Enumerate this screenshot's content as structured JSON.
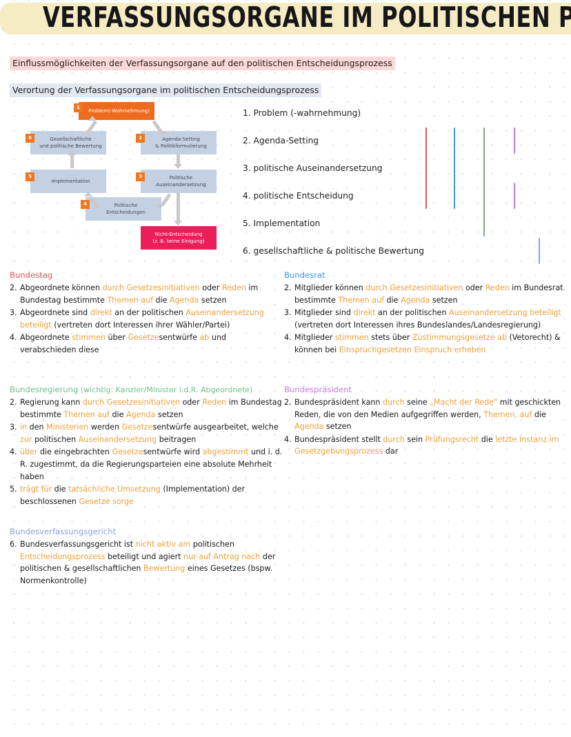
{
  "title": "VERFASSUNGSORGANE IM POLITISCHEN PROZESS",
  "subheads": {
    "one": "Einflussmöglichkeiten der Verfassungsorgane auf den politischen Entscheidungsprozess",
    "two": "Verortung der Verfassungsorgane im politischen Entscheidungsprozess"
  },
  "colors": {
    "title_highlight": "#f6ecc4",
    "subhead1_highlight": "#fbd9d6",
    "subhead2_highlight": "#e2e8ef",
    "orange": "#ec6b1e",
    "node_blue": "#c3d1e2",
    "pink": "#ec1e5a",
    "badge": "#ef7722",
    "highlight_word": "#f2a03c",
    "bundestag": "#ef5350",
    "bundesrat": "#3a9ae0",
    "bundesregierung": "#74c08a",
    "bundespraesident": "#c77ae8",
    "bverfg": "#8f9fe0"
  },
  "diagram": {
    "nodes": [
      {
        "badge": "1",
        "label": "Problem(-Wahrnehmung)",
        "style": "orange"
      },
      {
        "badge": "2",
        "label": "Agenda-Setting\n& Politikformulierung",
        "style": "blue"
      },
      {
        "badge": "3",
        "label": "Politische\nAuseinandersetzung",
        "style": "blue"
      },
      {
        "badge": "4",
        "label": "Politische\nEntscheidungen",
        "style": "blue"
      },
      {
        "badge": "5",
        "label": "Implementation",
        "style": "blue"
      },
      {
        "badge": "6",
        "label": "Gesellschaftliche\nund politische Bewertung",
        "style": "blue"
      },
      {
        "badge": "",
        "label": "Nicht-Entscheidung\n(z. B. keine Einigung)",
        "style": "pink"
      }
    ]
  },
  "phases": [
    "1. Problem (-wahrnehmung)",
    "2. Agenda-Setting",
    "3. politische Auseinandersetzung",
    "4. politische Entscheidung",
    "5. Implementation",
    "6. gesellschaftliche & politische Bewertung"
  ],
  "phase_bars": [
    {
      "organ": "Bundestag",
      "color": "#ef5350",
      "from_phase": 2,
      "to_phase": 4
    },
    {
      "organ": "Bundesrat",
      "color": "#3a9ae0",
      "from_phase": 2,
      "to_phase": 4
    },
    {
      "organ": "Bundesregierung",
      "color": "#7faa84",
      "from_phase": 2,
      "to_phase": 5
    },
    {
      "organ": "Bundespräsident",
      "color": "#c77ae8",
      "from_phase": 2,
      "to_phase": 2
    },
    {
      "organ": "Bundespräsident",
      "color": "#c77ae8",
      "from_phase": 4,
      "to_phase": 4
    },
    {
      "organ": "Bundesverfassungsgericht",
      "color": "#8f9fe0",
      "from_phase": 6,
      "to_phase": 6
    }
  ],
  "sections": {
    "bundestag": {
      "heading": "Bundestag",
      "items": [
        {
          "num": "2.",
          "parts": [
            {
              "t": "Abgeordnete können ",
              "c": "k"
            },
            {
              "t": "durch Gesetzesinitiativen ",
              "c": "o"
            },
            {
              "t": "oder ",
              "c": "k"
            },
            {
              "t": "Reden ",
              "c": "o"
            },
            {
              "t": "im Bundestag bestimmte ",
              "c": "k"
            },
            {
              "t": "Themen auf ",
              "c": "o"
            },
            {
              "t": "die ",
              "c": "k"
            },
            {
              "t": "Agenda ",
              "c": "o"
            },
            {
              "t": "setzen",
              "c": "k"
            }
          ]
        },
        {
          "num": "3.",
          "parts": [
            {
              "t": "Abgeordnete sind ",
              "c": "k"
            },
            {
              "t": "direkt ",
              "c": "o"
            },
            {
              "t": "an der politischen ",
              "c": "k"
            },
            {
              "t": "Auseinandersetzung beteiligt ",
              "c": "o"
            },
            {
              "t": "(vertreten dort Interessen ihrer Wähler/Partei)",
              "c": "k"
            }
          ]
        },
        {
          "num": "4.",
          "parts": [
            {
              "t": "Abgeordnete ",
              "c": "k"
            },
            {
              "t": "stimmen ",
              "c": "o"
            },
            {
              "t": "über ",
              "c": "k"
            },
            {
              "t": "Gesetze",
              "c": "o"
            },
            {
              "t": "sentwürfe ",
              "c": "k"
            },
            {
              "t": "ab ",
              "c": "o"
            },
            {
              "t": "und verabschieden diese",
              "c": "k"
            }
          ]
        }
      ]
    },
    "bundesrat": {
      "heading": "Bundesrat",
      "items": [
        {
          "num": "2.",
          "parts": [
            {
              "t": "Mitglieder können ",
              "c": "k"
            },
            {
              "t": "durch Gesetzesinitiativen ",
              "c": "o"
            },
            {
              "t": "oder ",
              "c": "k"
            },
            {
              "t": "Reden ",
              "c": "o"
            },
            {
              "t": "im Bundesrat bestimmte ",
              "c": "k"
            },
            {
              "t": "Themen auf ",
              "c": "o"
            },
            {
              "t": "die ",
              "c": "k"
            },
            {
              "t": "Agenda ",
              "c": "o"
            },
            {
              "t": "setzen",
              "c": "k"
            }
          ]
        },
        {
          "num": "3.",
          "parts": [
            {
              "t": "Mitglieder sind ",
              "c": "k"
            },
            {
              "t": "direkt ",
              "c": "o"
            },
            {
              "t": "an der politischen ",
              "c": "k"
            },
            {
              "t": "Auseinandersetzung beteiligt ",
              "c": "o"
            },
            {
              "t": "(vertreten dort Interessen ihres Bundeslandes/Landesregierung)",
              "c": "k"
            }
          ]
        },
        {
          "num": "4.",
          "parts": [
            {
              "t": "Mitglieder ",
              "c": "k"
            },
            {
              "t": "stimmen ",
              "c": "o"
            },
            {
              "t": "stets über ",
              "c": "k"
            },
            {
              "t": "Zustimmungsgesetze ab ",
              "c": "o"
            },
            {
              "t": "(Vetorecht) & können bei ",
              "c": "k"
            },
            {
              "t": "Einspruchgesetzen Einspruch erheben",
              "c": "o"
            }
          ]
        }
      ]
    },
    "bundesregierung": {
      "heading": "Bundesregierung",
      "heading_sub": "(wichtig: Kanzler/Minister i.d.R. Abgeordnete)",
      "items": [
        {
          "num": "2.",
          "parts": [
            {
              "t": "Regierung kann ",
              "c": "k"
            },
            {
              "t": "durch Gesetzesinitiativen ",
              "c": "o"
            },
            {
              "t": "oder ",
              "c": "k"
            },
            {
              "t": "Reden ",
              "c": "o"
            },
            {
              "t": "im Bundestag bestimmte ",
              "c": "k"
            },
            {
              "t": "Themen auf ",
              "c": "o"
            },
            {
              "t": "die ",
              "c": "k"
            },
            {
              "t": "Agenda ",
              "c": "o"
            },
            {
              "t": "setzen",
              "c": "k"
            }
          ]
        },
        {
          "num": "3.",
          "parts": [
            {
              "t": "in ",
              "c": "o"
            },
            {
              "t": "den ",
              "c": "k"
            },
            {
              "t": "Ministerien ",
              "c": "o"
            },
            {
              "t": "werden ",
              "c": "k"
            },
            {
              "t": "Gesetze",
              "c": "o"
            },
            {
              "t": "sentwürfe ausgearbeitet, welche ",
              "c": "k"
            },
            {
              "t": "zur ",
              "c": "o"
            },
            {
              "t": "politischen ",
              "c": "k"
            },
            {
              "t": "Auseinandersetzung ",
              "c": "o"
            },
            {
              "t": "beitragen",
              "c": "k"
            }
          ]
        },
        {
          "num": "4.",
          "parts": [
            {
              "t": "über ",
              "c": "o"
            },
            {
              "t": "die eingebrachten ",
              "c": "k"
            },
            {
              "t": "Gesetze",
              "c": "o"
            },
            {
              "t": "sentwürfe wird ",
              "c": "k"
            },
            {
              "t": "abgestimmt ",
              "c": "o"
            },
            {
              "t": "und i. d. R. zugestimmt, da die Regierungsparteien eine absolute Mehrheit haben",
              "c": "k"
            }
          ]
        },
        {
          "num": "5.",
          "parts": [
            {
              "t": "trägt für ",
              "c": "o"
            },
            {
              "t": "die ",
              "c": "k"
            },
            {
              "t": "tatsächliche Umsetzung ",
              "c": "o"
            },
            {
              "t": "(Implementation) der beschlossenen ",
              "c": "k"
            },
            {
              "t": "Gesetze sorge",
              "c": "o"
            }
          ]
        }
      ]
    },
    "bundespraesident": {
      "heading": "Bundespräsident",
      "items": [
        {
          "num": "2.",
          "parts": [
            {
              "t": "Bundespräsident kann ",
              "c": "k"
            },
            {
              "t": "durch ",
              "c": "o"
            },
            {
              "t": "seine ",
              "c": "k"
            },
            {
              "t": "„Macht der Rede\" ",
              "c": "o"
            },
            {
              "t": "mit geschickten Reden, die von den Medien aufgegriffen werden, ",
              "c": "k"
            },
            {
              "t": "Themen, auf ",
              "c": "o"
            },
            {
              "t": "die ",
              "c": "k"
            },
            {
              "t": "Agenda ",
              "c": "o"
            },
            {
              "t": "setzen",
              "c": "k"
            }
          ]
        },
        {
          "num": "4.",
          "parts": [
            {
              "t": "Bundespräsident stellt ",
              "c": "k"
            },
            {
              "t": "durch ",
              "c": "o"
            },
            {
              "t": "sein ",
              "c": "k"
            },
            {
              "t": "Prüfungsrecht ",
              "c": "o"
            },
            {
              "t": "die ",
              "c": "k"
            },
            {
              "t": "letzte Instanz im Gesetzgebungsprozess ",
              "c": "o"
            },
            {
              "t": "dar",
              "c": "k"
            }
          ]
        }
      ]
    },
    "bverfg": {
      "heading": "Bundesverfassungsgericht",
      "items": [
        {
          "num": "6.",
          "parts": [
            {
              "t": "Bundesverfassungsgericht ist ",
              "c": "k"
            },
            {
              "t": "nicht aktiv am ",
              "c": "o"
            },
            {
              "t": "politischen ",
              "c": "k"
            },
            {
              "t": "Entscheidungsprozess ",
              "c": "o"
            },
            {
              "t": "beteiligt und agiert ",
              "c": "k"
            },
            {
              "t": "nur auf Antrag nach ",
              "c": "o"
            },
            {
              "t": "der politischen & gesellschaftlichen ",
              "c": "k"
            },
            {
              "t": "Bewertung ",
              "c": "o"
            },
            {
              "t": "eines Gesetzes (bspw. Normenkontrolle)",
              "c": "k"
            }
          ]
        }
      ]
    }
  }
}
